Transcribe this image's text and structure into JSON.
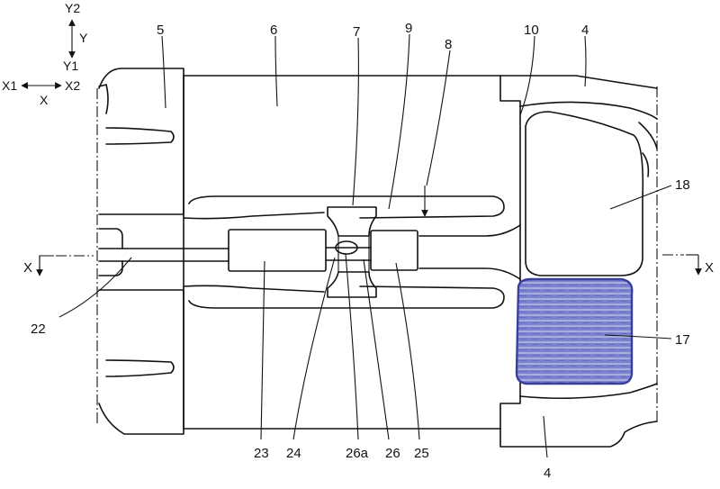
{
  "axes": {
    "y2": "Y2",
    "y": "Y",
    "y1": "Y1",
    "x1": "X1",
    "x2": "X2",
    "x": "X"
  },
  "section_marks": {
    "left": "X",
    "right": "X"
  },
  "labels": {
    "l5": "5",
    "l6": "6",
    "l7": "7",
    "l9": "9",
    "l8": "8",
    "l10": "10",
    "l4_top": "4",
    "l18": "18",
    "l17": "17",
    "l22": "22",
    "l23": "23",
    "l24": "24",
    "l26a": "26a",
    "l26": "26",
    "l25": "25",
    "l4_bottom": "4"
  },
  "colors": {
    "ink": "#111111",
    "battery_fill": "#7b82cf",
    "battery_stroke": "#3a3f9e"
  }
}
